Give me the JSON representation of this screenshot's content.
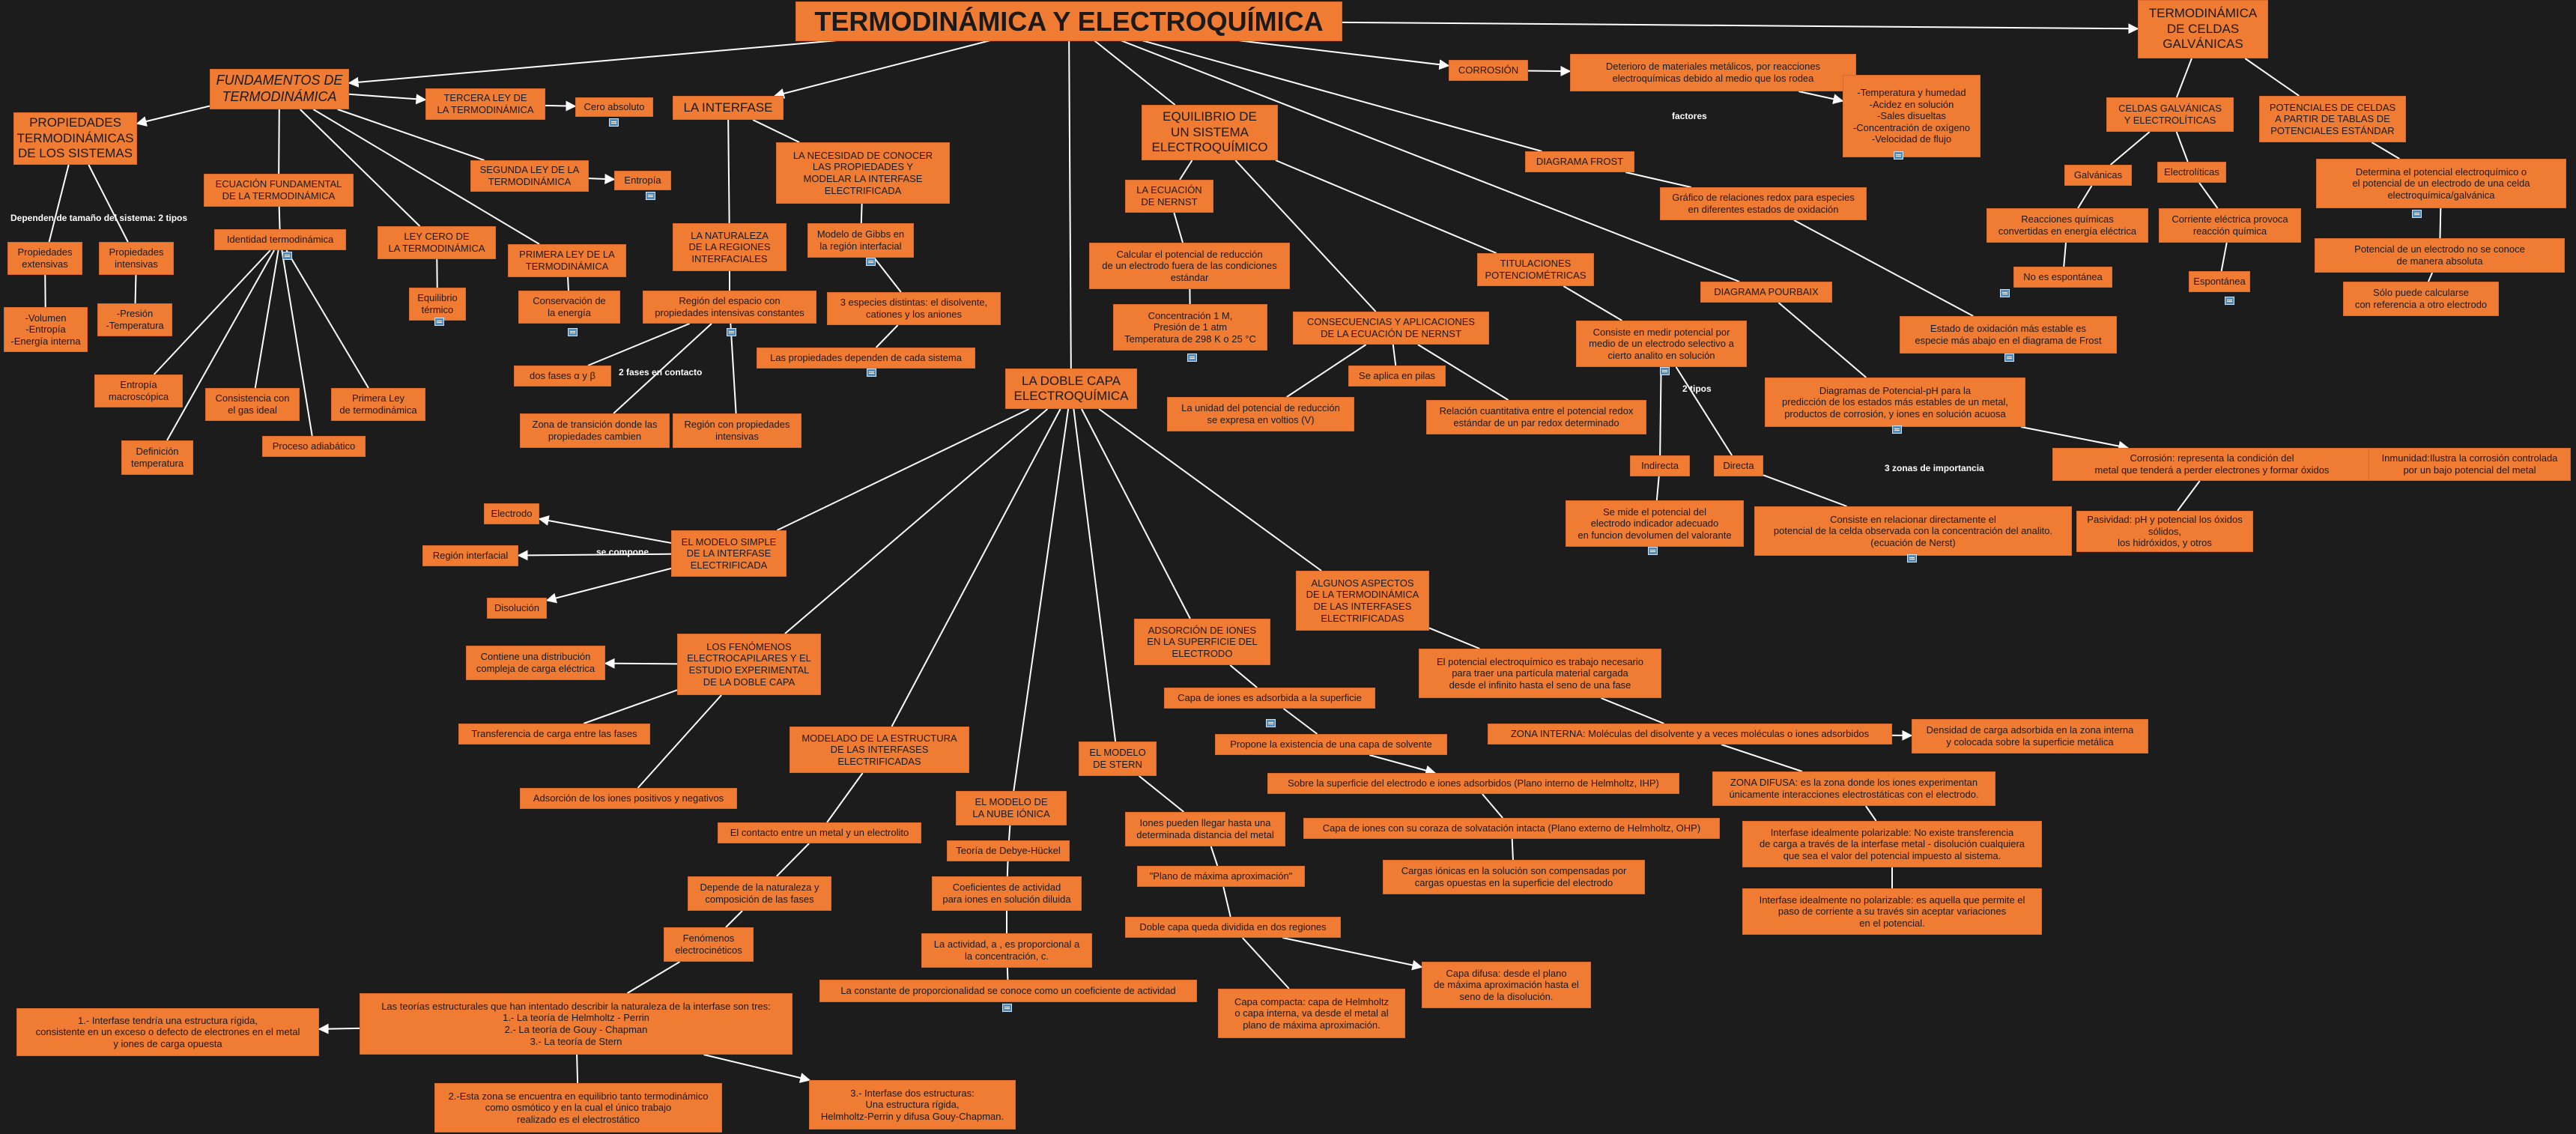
{
  "colors": {
    "background": "#1c1c1c",
    "node": "#f07c34",
    "line": "#ffffff",
    "text": "#1a1a1a"
  },
  "nodes": {
    "n_root": "TERMODINÁMICA Y ELECTROQUÍMICA",
    "n_fund": "FUNDAMENTOS DE\nTERMODINÁMICA",
    "n_prop": "PROPIEDADES\nTERMODINÁMICAS\nDE LOS SISTEMAS",
    "n_pext": "Propiedades\nextensivas",
    "n_pint": "Propiedades\nintensivas",
    "n_vol": "-Volumen\n-Entropía\n-Energía interna",
    "n_pres": "-Presión\n-Temperatura",
    "n_tercera": "TERCERA LEY DE\nLA TERMODINÁMICA",
    "n_cero_abs": "Cero absoluto",
    "n_segunda": "SEGUNDA LEY DE LA\nTERMODINÁMICA",
    "n_entropia": "Entropía",
    "n_ecfund": "ECUACIÓN FUNDAMENTAL\nDE LA TERMODINÁMICA",
    "n_identidad": "Identidad termodinámica",
    "n_leycero": "LEY CERO DE\nLA TERMODINÁMICA",
    "n_eqterm": "Equilibrio\ntérmico",
    "n_primera": "PRIMERA LEY DE LA\nTERMODINÁMICA",
    "n_conserv": "Conservación de\nla energía",
    "n_entmacro": "Entropía\nmacroscópica",
    "n_consist": "Consistencia con\nel gas ideal",
    "n_primley": "Primera Ley\nde termodinámica",
    "n_deftemp": "Definición\ntemperatura",
    "n_adiab": "Proceso adiabático",
    "n_interfase": "LA INTERFASE",
    "n_necesidad": "LA NECESIDAD DE CONOCER\nLAS PROPIEDADES Y\nMODELAR LA INTERFASE\nELECTRIFICADA",
    "n_naturaleza": "LA NATURALEZA\nDE LA REGIONES\nINTERFACIALES",
    "n_gibbs": "Modelo de Gibbs en\nla región interfacial",
    "n_region": "Región del espacio con\npropiedades intensivas constantes",
    "n_3esp": "3 especies distintas: el disolvente,\ncationes y los aniones",
    "n_dosfases": "dos fases α y β",
    "n_propdep": "Las propiedades dependen de cada sistema",
    "n_zonatrans": "Zona de transición donde las\npropiedades cambien",
    "n_regionprop": "Región con propiedades\nintensivas",
    "n_eqelec": "EQUILIBRIO DE\nUN SISTEMA\nELECTROQUÍMICO",
    "n_nernst": "LA ECUACIÓN\nDE NERNST",
    "n_calc": "Calcular el potencial de reducción\nde un electrodo fuera de las condiciones\nestándar",
    "n_conc": "Concentración 1 M,\nPresión de 1 atm\nTemperatura de 298 K o 25 °C",
    "n_consec": "CONSECUENCIAS Y APLICACIONES\nDE LA ECUACIÓN DE NERNST",
    "n_unidad": "La unidad del potencial de reducción\nse expresa en voltios (V)",
    "n_pilas": "Se aplica en pilas",
    "n_relacion": "Relación cuantitativa entre el potencial redox\nestándar de un par redox determinado",
    "n_titul": "TITULACIONES\nPOTENCIOMÉTRICAS",
    "n_consiste": "Consiste en medir potencial por\nmedio de un electrodo selectivo a\ncierto analito en solución",
    "n_indirecta": "Indirecta",
    "n_directa": "Directa",
    "n_semide": "Se mide el potencial del\nelectrodo indicador adecuado\nen funcion devolumen del valorante",
    "n_relac_dir": "Consiste en relacionar directamente el\npotencial de la celda observada con la concentración del analito.\n(ecuación de Nerst)",
    "n_corrosion": "CORROSIÓN",
    "n_deterioro": "Deterioro de materiales metálicos, por reacciones\nelectroquímicas debido al medio que los rodea",
    "n_factores_box": "-Temperatura y humedad\n-Acidez en solución\n-Sales disueltas\n-Concentración de oxígeno\n-Velocidad de flujo",
    "n_frost": "DIAGRAMA FROST",
    "n_grafico": "Gráfico de relaciones redox para especies\nen diferentes estados de oxidación",
    "n_pourbaix": "DIAGRAMA POURBAIX",
    "n_diagpot": "Diagramas de Potencial-pH para la\npredicción de los estados más estables de un metal,\nproductos de corrosión, y iones en solución acuosa",
    "n_corr_rep": "Corrosión: representa la condición del\nmetal que tenderá a perder electrones y formar óxidos",
    "n_inmunidad": "Inmunidad:Ilustra la corrosión controlada\npor un bajo potencial del metal",
    "n_pasividad": "Pasividad: pH y potencial los óxidos sólidos,\nlos hidróxidos, y otros",
    "n_termcel": "TERMODINÁMICA\nDE CELDAS\nGALVÁNICAS",
    "n_celgal": "CELDAS GALVÁNICAS\nY ELECTROLÍTICAS",
    "n_galv": "Galvánicas",
    "n_electr": "Electrolíticas",
    "n_reacc": "Reacciones químicas\nconvertidas en energía eléctrica",
    "n_corriente": "Corriente eléctrica provoca\nreacción química",
    "n_noesp": "No es espontánea",
    "n_esp": "Espontánea",
    "n_estadoox": "Estado de oxidación más estable es\nespecie  más abajo en el diagrama de Frost",
    "n_potceldas": "POTENCIALES DE CELDAS\nA PARTIR DE TABLAS DE\nPOTENCIALES ESTÁNDAR",
    "n_determina": "Determina el potencial electroquímico o\nel potencial de un electrodo de una celda\nelectroquímica/galvánica",
    "n_potnocon": "Potencial de un electrodo no se conoce\nde manera absoluta",
    "n_solo": "Sólo puede calcularse\ncon referencia a otro electrodo",
    "n_doblecapa": "LA DOBLE CAPA\nELECTROQUÍMICA",
    "n_modsimple": "EL MODELO SIMPLE\nDE LA INTERFASE\nELECTRIFICADA",
    "n_electrodo": "Electrodo",
    "n_reginterf": "Región interfacial",
    "n_disolucion": "Disolución",
    "n_fenom": "LOS FENÓMENOS\nELECTROCAPILARES Y EL\nESTUDIO EXPERIMENTAL\nDE LA DOBLE CAPA",
    "n_contiene": "Contiene una distribución\ncompleja de carga eléctrica",
    "n_transf": "Transferencia de carga entre las fases",
    "n_adsorc": "Adsorción de los iones positivos y negativos",
    "n_modestr": "MODELADO DE LA ESTRUCTURA\nDE LAS INTERFASES\nELECTRIFICADAS",
    "n_contacto": "El contacto entre un metal y un electrolito",
    "n_depende": "Depende de la naturaleza y\ncomposición de las fases",
    "n_fenelec": "Fenómenos\nelectrocinéticos",
    "n_teorias": "Las teorías estructurales que han intentado describir la naturaleza de la interfase son tres:\n1.- La teoría de Helmholtz - Perrin\n2.- La teoría de Gouy - Chapman\n3.- La teoría de Stern",
    "n_t1": "1.- Interfase tendría una estructura rígida,\nconsistente en un exceso o defecto de electrones en el metal\ny iones de carga opuesta",
    "n_t2": "2.-Esta zona se encuentra en equilibrio tanto termodinámico\ncomo osmótico y en la cual el único trabajo\nrealizado es el electrostático",
    "n_t3": "3.- Interfase dos estructuras:\nUna estructura rígida,\nHelmholtz-Perrin y difusa Gouy-Chapman.",
    "n_nube": "EL MODELO DE\nLA NUBE IÓNICA",
    "n_debye": "Teoría de Debye-Hückel",
    "n_coef": "Coeficientes de actividad\npara iones en solución diluida",
    "n_activ": "La actividad, a , es proporcional a\nla concentración, c.",
    "n_constprop": "La constante de proporcionalidad se conoce como un coeficiente de actividad",
    "n_stern": "EL MODELO\nDE STERN",
    "n_iones": "Iones pueden llegar hasta una\ndeterminada distancia del metal",
    "n_plano": "\"Plano de máxima aproximación\"",
    "n_doblediv": "Doble capa queda dividida en dos regiones",
    "n_compacta": "Capa compacta: capa de Helmholtz\no capa interna, va desde el metal al\nplano de máxima aproximación.",
    "n_difusa": "Capa difusa: desde el plano\nde máxima aproximación hasta el\nseno de la disolución.",
    "n_adsiones": "ADSORCIÓN DE IONES\nEN LA SUPERFICIE DEL\nELECTRODO",
    "n_capaiones": "Capa de iones es adsorbida a la superficie",
    "n_propone": "Propone la existencia de una capa de solvente",
    "n_ihp": "Sobre la superficie del electrodo e iones adsorbidos (Plano interno de Helmholtz, IHP)",
    "n_ohp": "Capa de iones con su coraza de solvatación intacta (Plano externo de Helmholtz, OHP)",
    "n_cargas": "Cargas iónicas en la solución son compensadas por\ncargas opuestas en la superficie del electrodo",
    "n_aspectos": "ALGUNOS ASPECTOS\nDE LA TERMODINÁMICA\nDE LAS INTERFASES\nELECTRIFICADAS",
    "n_potelec": "El potencial electroquímico es trabajo necesario\npara traer una partícula material cargada\ndesde el infinito hasta el seno de una fase",
    "n_zonaint": "ZONA INTERNA: Moléculas del disolvente y a veces moléculas o iones adsorbidos",
    "n_densidad": "Densidad de carga adsorbida en la zona interna\ny colocada sobre la superficie metálica",
    "n_zonadif": "ZONA DIFUSA: es la zona donde los iones experimentan\núnicamente interacciones electrostáticas con el electrodo.",
    "n_idealpol": "Interfase idealmente polarizable: No existe transferencia\nde carga a través de la interfase metal - disolución cualquiera\nque sea el valor del potencial impuesto al sistema.",
    "n_idealnopol": "Interfase idealmente no polarizable: es aquella que permite el\npaso de corriente a su través sin aceptar variaciones\nen el potencial."
  },
  "labels": {
    "l_dependen": "Dependen de tamaño del sistema: 2 tipos",
    "l_2fases": "2 fases en contacto",
    "l_factores": "factores",
    "l_2tipos": "2 tipos",
    "l_3zonas": "3 zonas de importancia",
    "l_secompone": "se compone"
  }
}
